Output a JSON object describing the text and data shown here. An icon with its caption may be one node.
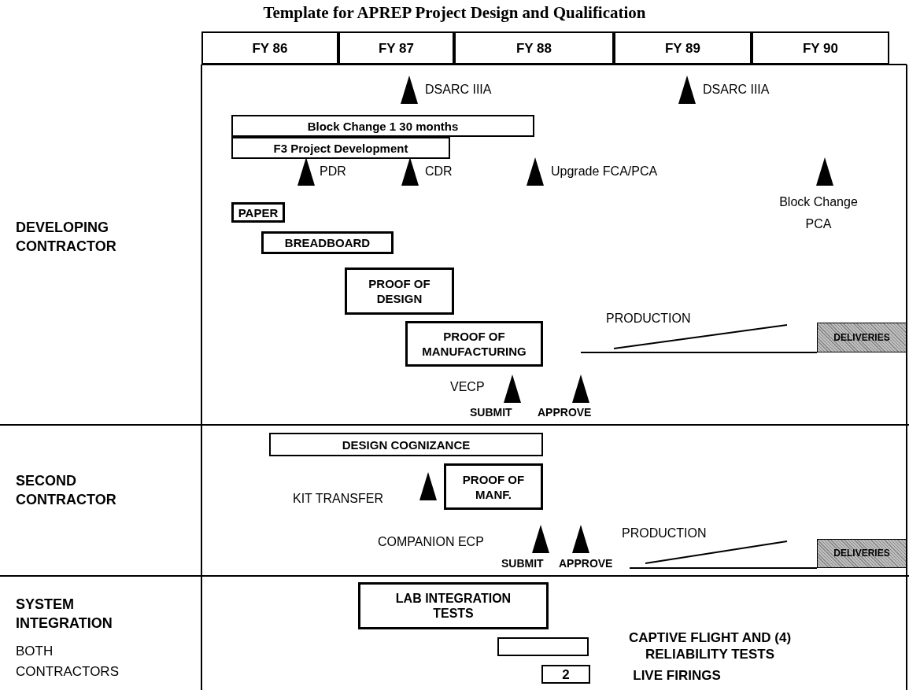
{
  "diagram": {
    "title": "Template for APREP Project Design and Qualification",
    "nodes": [
      {
        "text": [
          "FY 86"
        ]
      },
      {
        "text": [
          "FY 87"
        ]
      },
      {
        "text": [
          "FY 88"
        ]
      },
      {
        "text": [
          "FY 89"
        ]
      },
      {
        "text": [
          "FY 90"
        ]
      },
      {
        "text": [
          "Block Change 1 30 months"
        ]
      },
      {
        "text": [
          "F3 Project Development"
        ]
      },
      {
        "text": [
          "PAPER"
        ]
      },
      {
        "text": [
          "BREADBOARD"
        ]
      },
      {
        "text": [
          "PROOF OF DESIGN"
        ]
      },
      {
        "text": [
          "PROOF OF MANUFACTURING"
        ]
      },
      {
        "text": [
          "DELIVERIES"
        ]
      },
      {
        "text": [
          "DESIGN COGNIZANCE"
        ]
      },
      {
        "text": [
          "PROOF OF MANF."
        ]
      },
      {
        "text": [
          "DELIVERIES"
        ]
      },
      {
        "text": [
          "LAB INTEGRATION TESTS"
        ]
      },
      {
        "text": [],
        "shape": "box",
        "beside": [
          "CAPTIVE FLIGHT AND (4) RELIABILITY TESTS"
        ]
      },
      {
        "text": [
          "2"
        ],
        "beside": [
          "LIVE FIRINGS"
        ]
      }
    ],
    "labels": [
      "DSARC IIIA",
      "DSARC IIIA",
      "PDR",
      "CDR",
      "Upgrade FCA/PCA",
      "Block Change PCA",
      "DEVELOPING CONTRACTOR",
      "PRODUCTION",
      "VECP",
      "SUBMIT",
      "APPROVE",
      "SECOND CONTRACTOR",
      "KIT TRANSFER",
      "COMPANION ECP",
      "PRODUCTION",
      "SUBMIT",
      "APPROVE",
      "SYSTEM INTEGRATION",
      "BOTH CONTRACTORS"
    ]
  }
}
